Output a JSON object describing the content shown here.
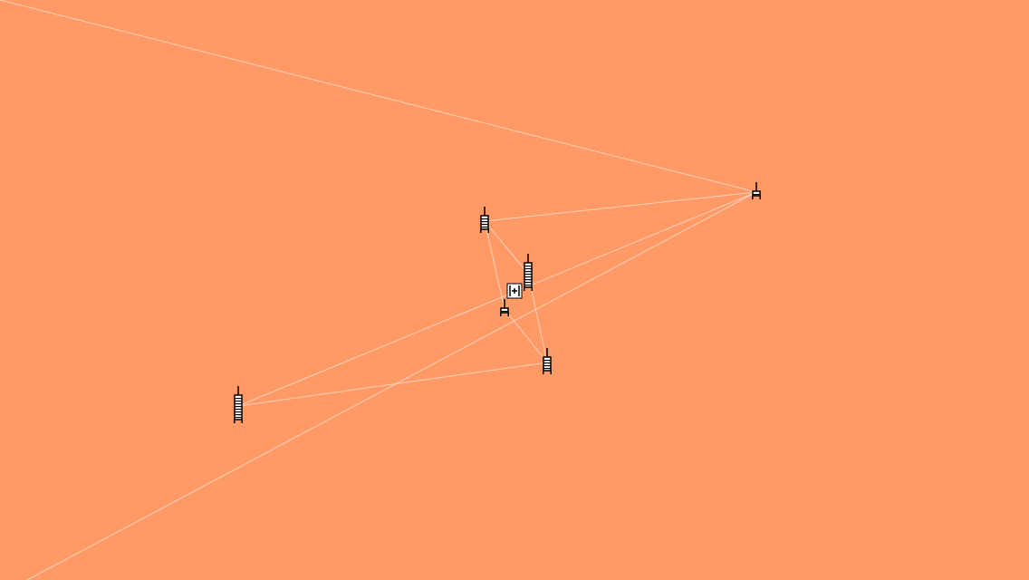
{
  "game": {
    "name": "",
    "colors": {
      "background": "#ff9966",
      "link": "#ffffff",
      "tower_outline": "#000000",
      "tower_fill": "#ffffff"
    },
    "towers": [
      {
        "id": "tower-a",
        "icon": "syringe-tower-icon",
        "size": "small"
      },
      {
        "id": "tower-b",
        "icon": "syringe-tower-icon",
        "size": "medium"
      },
      {
        "id": "tower-c",
        "icon": "syringe-tower-icon",
        "size": "large"
      },
      {
        "id": "tower-d",
        "icon": "syringe-tower-icon",
        "size": "small"
      },
      {
        "id": "tower-e",
        "icon": "syringe-tower-icon",
        "size": "medium"
      },
      {
        "id": "tower-f",
        "icon": "syringe-tower-icon",
        "size": "large"
      }
    ],
    "links": [
      [
        "offscreen-top-left",
        "tower-a"
      ],
      [
        "offscreen-bottom-left",
        "tower-a"
      ],
      [
        "tower-b",
        "tower-a"
      ],
      [
        "tower-f",
        "tower-a"
      ],
      [
        "tower-b",
        "tower-c"
      ],
      [
        "tower-b",
        "tower-d"
      ],
      [
        "tower-c",
        "tower-e"
      ],
      [
        "tower-d",
        "tower-e"
      ],
      [
        "tower-f",
        "tower-e"
      ]
    ],
    "cursor": {
      "icon": "crosshair-cursor-icon"
    }
  }
}
